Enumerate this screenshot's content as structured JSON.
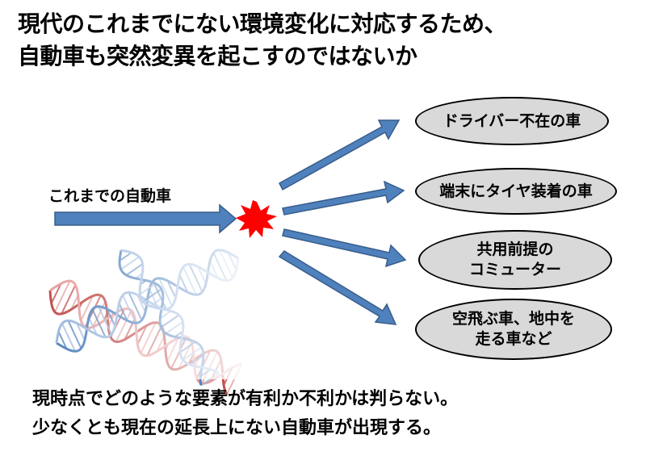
{
  "title": {
    "line1": "現代のこれまでにない環境変化に対応するため、",
    "line2": "自動車も突然変異を起こすのではないか"
  },
  "source_label": "これまでの自動車",
  "outcomes": [
    {
      "line1": "ドライバー不在の車",
      "line2": ""
    },
    {
      "line1": "端末にタイヤ装着の車",
      "line2": ""
    },
    {
      "line1": "共用前提の",
      "line2": "コミューター"
    },
    {
      "line1": "空飛ぶ車、地中を",
      "line2": "走る車など"
    }
  ],
  "conclusion": {
    "line1": "現時点でどのような要素が有利か不利かは判らない。",
    "line2": "少なくとも現在の延長上にない自動車が出現する。"
  },
  "colors": {
    "arrow_fill": "#4f81bd",
    "arrow_stroke": "#385d8a",
    "burst": "#ff0000",
    "oval_fill": "#d9d9d9",
    "dna_red": "#c0504d",
    "dna_blue": "#4f81bd"
  },
  "icons": [
    "mutation-burst-icon",
    "dna-helix-image"
  ]
}
